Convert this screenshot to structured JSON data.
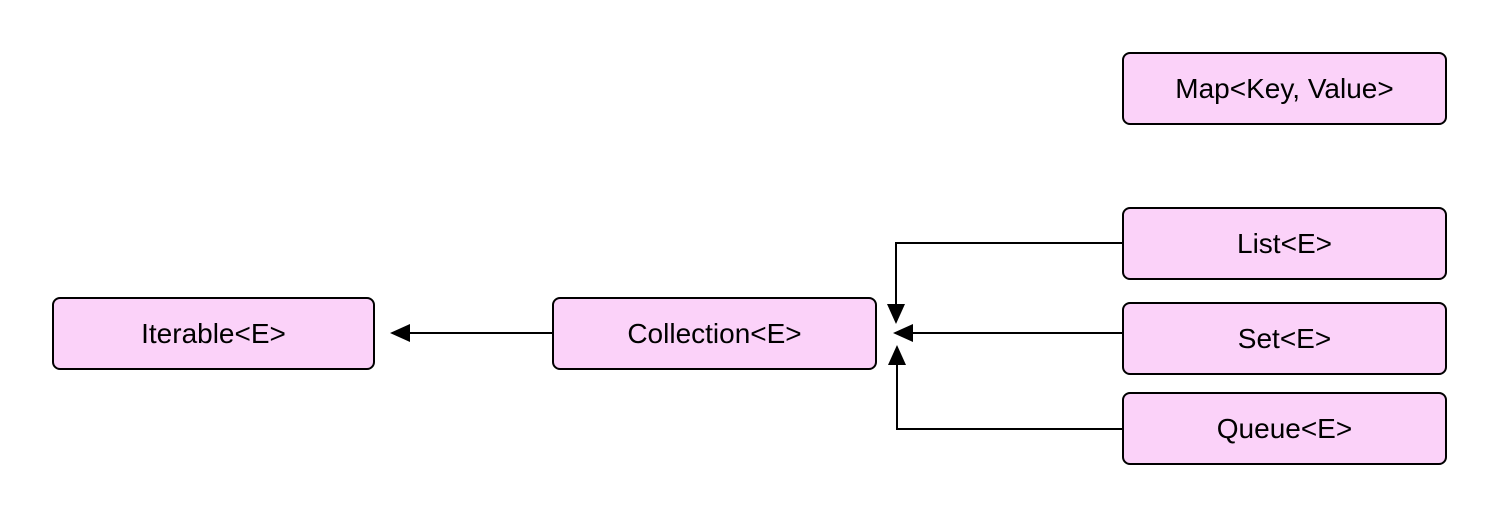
{
  "diagram": {
    "type": "class-hierarchy",
    "nodes": {
      "map": {
        "label": "Map<Key, Value>"
      },
      "iterable": {
        "label": "Iterable<E>"
      },
      "collection": {
        "label": "Collection<E>"
      },
      "list": {
        "label": "List<E>"
      },
      "set": {
        "label": "Set<E>"
      },
      "queue": {
        "label": "Queue<E>"
      }
    },
    "edges": [
      {
        "from": "collection",
        "to": "iterable",
        "style": "arrow"
      },
      {
        "from": "list",
        "to": "collection",
        "style": "arrow"
      },
      {
        "from": "set",
        "to": "collection",
        "style": "arrow"
      },
      {
        "from": "queue",
        "to": "collection",
        "style": "arrow"
      }
    ],
    "colors": {
      "node_fill": "#fbd2f9",
      "node_border": "#000000",
      "connector": "#000000",
      "background": "#ffffff"
    }
  }
}
